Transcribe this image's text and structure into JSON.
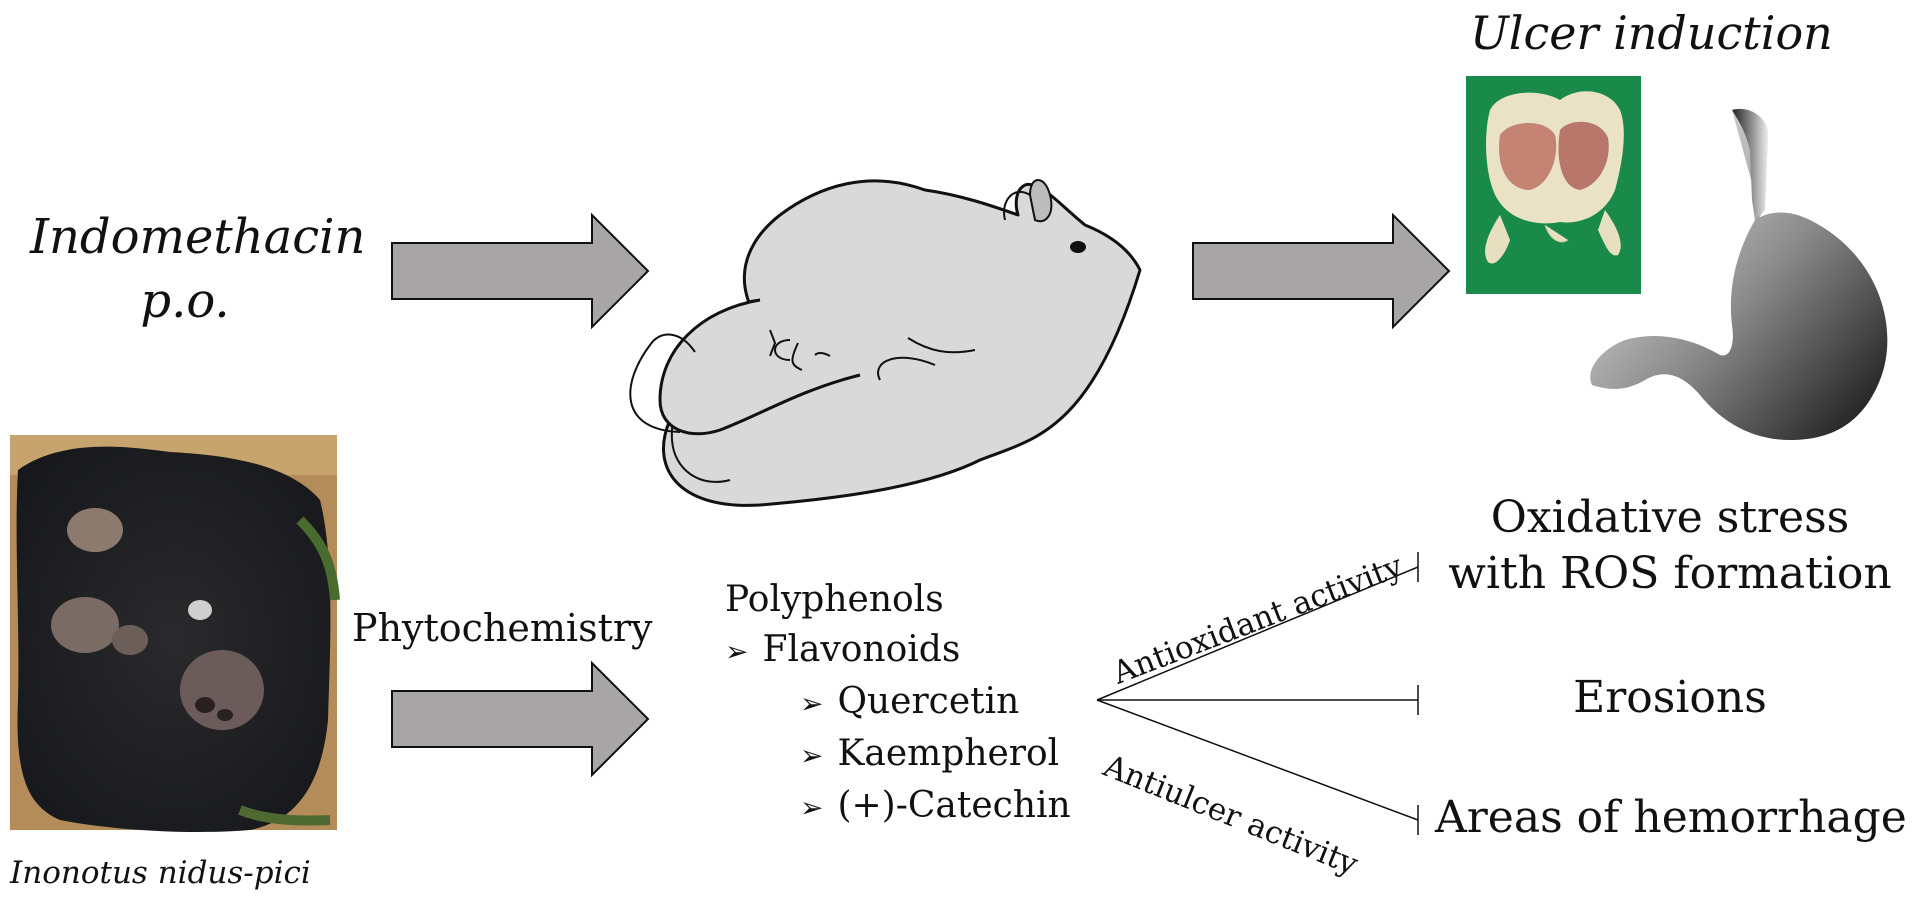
{
  "drug": {
    "name": "Indomethacin",
    "route": "p.o."
  },
  "ulcer_title": "Ulcer induction",
  "fungus_name": "Inonotus nidus-pici",
  "phyto_label": "Phytochemistry",
  "compounds": {
    "group": "Polyphenols",
    "subgroup": "Flavonoids",
    "items": [
      "Quercetin",
      "Kaempherol",
      "(+)-Catechin"
    ]
  },
  "activities": {
    "antioxidant": "Antioxidant activity",
    "antiulcer": "Antiulcer activity"
  },
  "outcomes": {
    "oxidative_line1": "Oxidative stress",
    "oxidative_line2": "with ROS formation",
    "erosions": "Erosions",
    "hemorrhage": "Areas of hemorrhage"
  },
  "colors": {
    "arrow_fill": "#a8a5a6",
    "mouse_fill": "#d9d9d9",
    "photo_bg": "#1a8a4a"
  }
}
